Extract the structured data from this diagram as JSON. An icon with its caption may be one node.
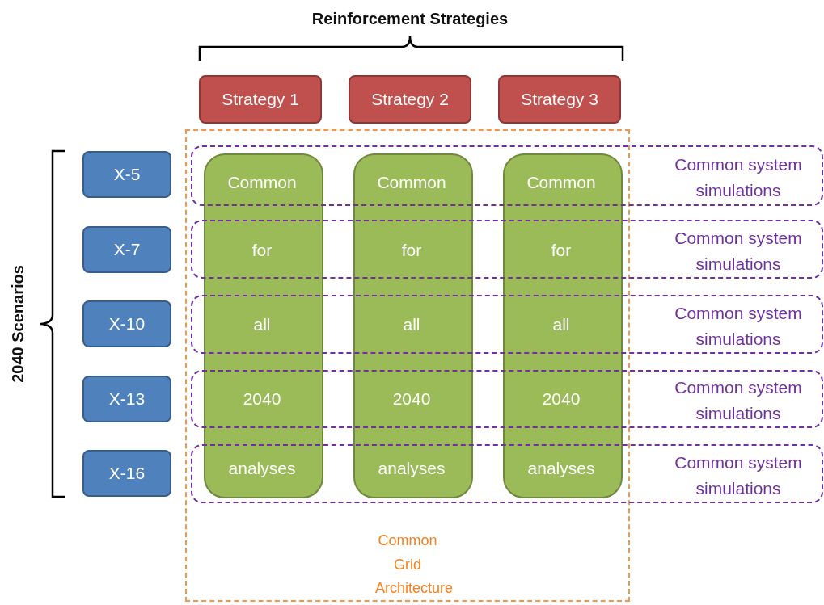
{
  "diagram": {
    "nodes": [
      {
        "text": [
          "Strategy 1"
        ]
      },
      {
        "text": [
          "Strategy 2"
        ]
      },
      {
        "text": [
          "Strategy 3"
        ]
      },
      {
        "text": [
          "Common Grid Architecture"
        ]
      },
      {
        "text": [],
        "shape": "box",
        "in": 3
      },
      {
        "text": [
          "Common"
        ]
      },
      {
        "text": [
          "for"
        ]
      },
      {
        "text": [
          "all"
        ]
      },
      {
        "text": [
          "2040"
        ]
      },
      {
        "text": [
          "analyses"
        ]
      },
      {
        "text": [],
        "shape": "box",
        "in": 3
      },
      {
        "text": [
          "Common"
        ]
      },
      {
        "text": [
          "for"
        ]
      },
      {
        "text": [
          "all"
        ]
      },
      {
        "text": [
          "2040"
        ]
      },
      {
        "text": [
          "analyses"
        ]
      },
      {
        "text": [],
        "shape": "box",
        "in": 3
      },
      {
        "text": [
          "Common"
        ]
      },
      {
        "text": [
          "for"
        ]
      },
      {
        "text": [
          "all"
        ]
      },
      {
        "text": [
          "2040"
        ]
      },
      {
        "text": [
          "analyses"
        ]
      },
      {
        "text": [
          "X-5"
        ]
      },
      {
        "text": [
          "X-7"
        ]
      },
      {
        "text": [
          "X-10"
        ]
      },
      {
        "text": [
          "X-13"
        ]
      },
      {
        "text": [
          "X-16"
        ]
      },
      {
        "text": [
          "Common system simulations"
        ]
      },
      {
        "text": [
          "Common system simulations"
        ]
      },
      {
        "text": [
          "Common system simulations"
        ]
      },
      {
        "text": [
          "Common system simulations"
        ]
      },
      {
        "text": [
          "Common system simulations"
        ]
      }
    ],
    "edges": [],
    "labels": [
      "Reinforcement Strategies",
      "2040 Scenarios"
    ]
  }
}
